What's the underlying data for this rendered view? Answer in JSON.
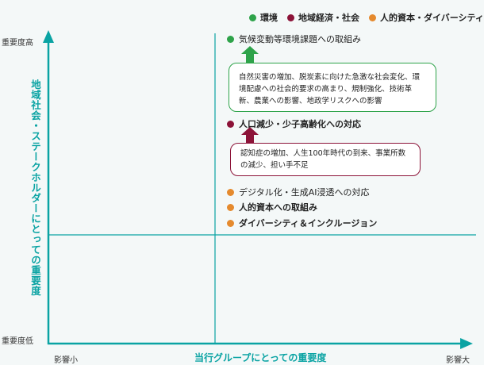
{
  "colors": {
    "axis": "#0aa3a3",
    "environment": "#2ea34a",
    "regional_society": "#8c1338",
    "human_capital": "#e58a2e"
  },
  "legend": [
    {
      "label": "環境",
      "color": "#2ea34a"
    },
    {
      "label": "地域経済・社会",
      "color": "#8c1338"
    },
    {
      "label": "人的資本・ダイバーシティ",
      "color": "#e58a2e"
    }
  ],
  "axes": {
    "y_title": "地域社会・ステークホルダーにとっての重要度",
    "y_high": "重要度高",
    "y_low": "重要度低",
    "x_title": "当行グループにとっての重要度",
    "x_low": "影響小",
    "x_high": "影響大"
  },
  "items": {
    "climate": "気候変動等環境課題への取組み",
    "climate_note": "自然災害の増加、脱炭素に向けた急激な社会変化、環境配慮への社会的要求の高まり、規制強化、技術革新、農業への影響、地政学リスクへの影響",
    "population": "人口減少・少子高齢化への対応",
    "population_note": "認知症の増加、人生100年時代の到来、事業所数の減少、担い手不足",
    "digital": "デジタル化・生成AI浸透への対応",
    "human_capital": "人的資本への取組み",
    "diversity": "ダイバーシティ＆インクルージョン"
  }
}
